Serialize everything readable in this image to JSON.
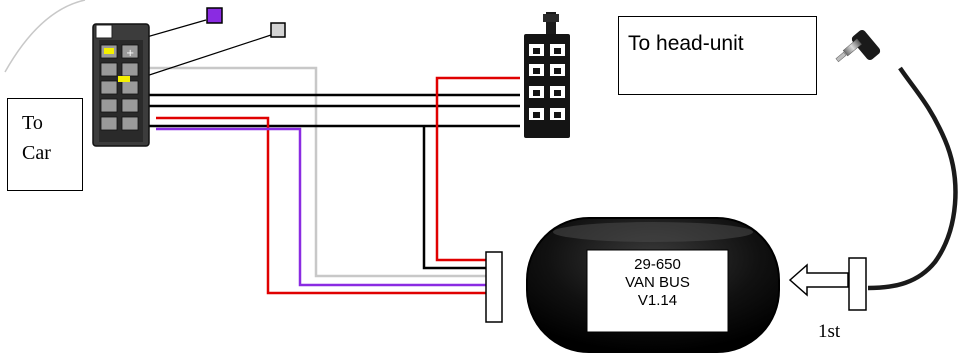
{
  "labels": {
    "to_car": "To\nCar",
    "to_head_unit": "To head-unit",
    "module_lines": [
      "29-650",
      "VAN BUS",
      "V1.14"
    ],
    "first": "1st"
  },
  "colors": {
    "red_wire": "#e00000",
    "purple_wire": "#8a2be2",
    "grey_wire": "#c8c8c8",
    "black_wire": "#000000",
    "purple_square": "#8a2be2",
    "grey_square": "#d3d3d3",
    "yellow_pin": "#f4f000",
    "module_body": "#0d0d0d"
  },
  "icons": {
    "car_connector": "iso-connector-icon",
    "head_unit_connector": "head-unit-connector-icon",
    "audio_jack": "audio-jack-icon",
    "arrow": "arrow-left-icon"
  }
}
